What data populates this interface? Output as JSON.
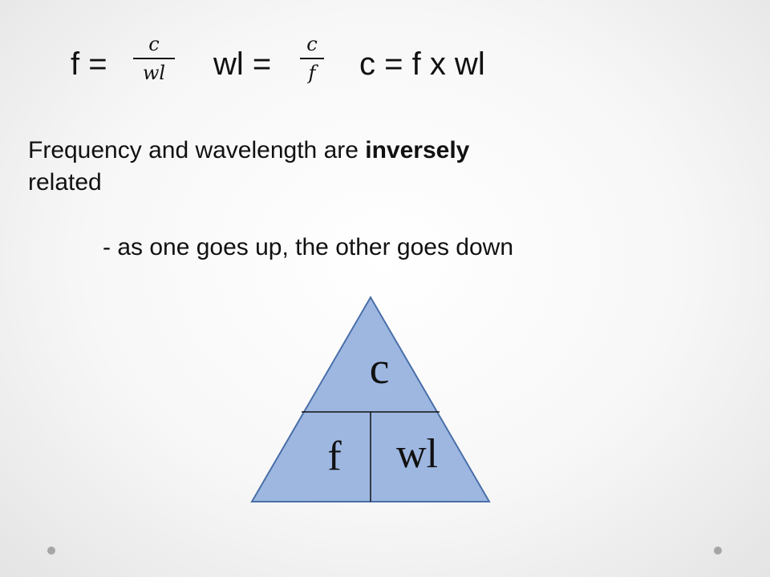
{
  "formulas": {
    "f_lhs": "f =",
    "f_num": "c",
    "f_den": "wl",
    "wl_lhs": "wl =",
    "wl_num": "c",
    "wl_den": "f",
    "c_eq": "c = f x wl"
  },
  "paragraph": {
    "part1": "Frequency and wavelength are ",
    "bold": "inversely",
    "part2": " related"
  },
  "subpoint": "- as one goes up, the other goes down",
  "triangle": {
    "top_label": "c",
    "bottom_left_label": "f",
    "bottom_right_label": "wl",
    "fill_color": "#9db7e1",
    "stroke_color": "#4a6fa8"
  }
}
